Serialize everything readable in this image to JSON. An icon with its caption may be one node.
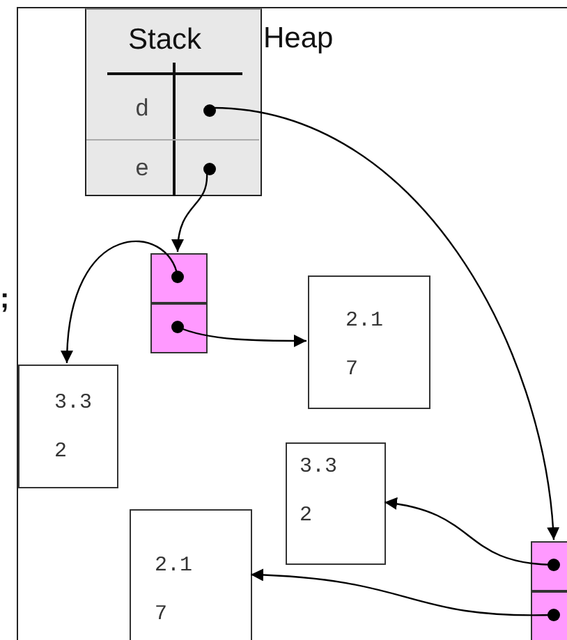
{
  "diagram": {
    "nodes": [
      {
        "text": [
          "Heap"
        ]
      },
      {
        "text": [
          "Stack"
        ],
        "in": 0
      },
      {
        "text": [
          "d"
        ],
        "in": 1
      },
      {
        "text": [
          "e"
        ],
        "in": 1
      },
      {
        "text": [],
        "shape": "circle",
        "in": 1
      },
      {
        "text": [],
        "shape": "circle",
        "in": 1
      },
      {
        "text": [],
        "shape": "box",
        "in": 0
      },
      {
        "text": [],
        "shape": "box",
        "in": 0
      },
      {
        "text": [
          "2.1",
          "7"
        ],
        "in": 0
      },
      {
        "text": [
          "3.3",
          "2"
        ],
        "in": 0
      },
      {
        "text": [
          "3.3",
          "2"
        ],
        "in": 0
      },
      {
        "text": [
          "2.1",
          "7"
        ],
        "in": 0
      },
      {
        "text": [],
        "shape": "box",
        "in": 0
      },
      {
        "text": [],
        "shape": "box",
        "in": 0
      }
    ],
    "edges": [
      {
        "from": 4,
        "to": 12,
        "arrow": "to"
      },
      {
        "from": 5,
        "to": 6,
        "arrow": "to"
      },
      {
        "from": 6,
        "to": 9,
        "arrow": "to"
      },
      {
        "from": 7,
        "to": 8,
        "arrow": "to"
      },
      {
        "from": 12,
        "to": 10,
        "arrow": "to"
      },
      {
        "from": 13,
        "to": 11,
        "arrow": "to"
      }
    ],
    "labels": [
      ";"
    ]
  }
}
